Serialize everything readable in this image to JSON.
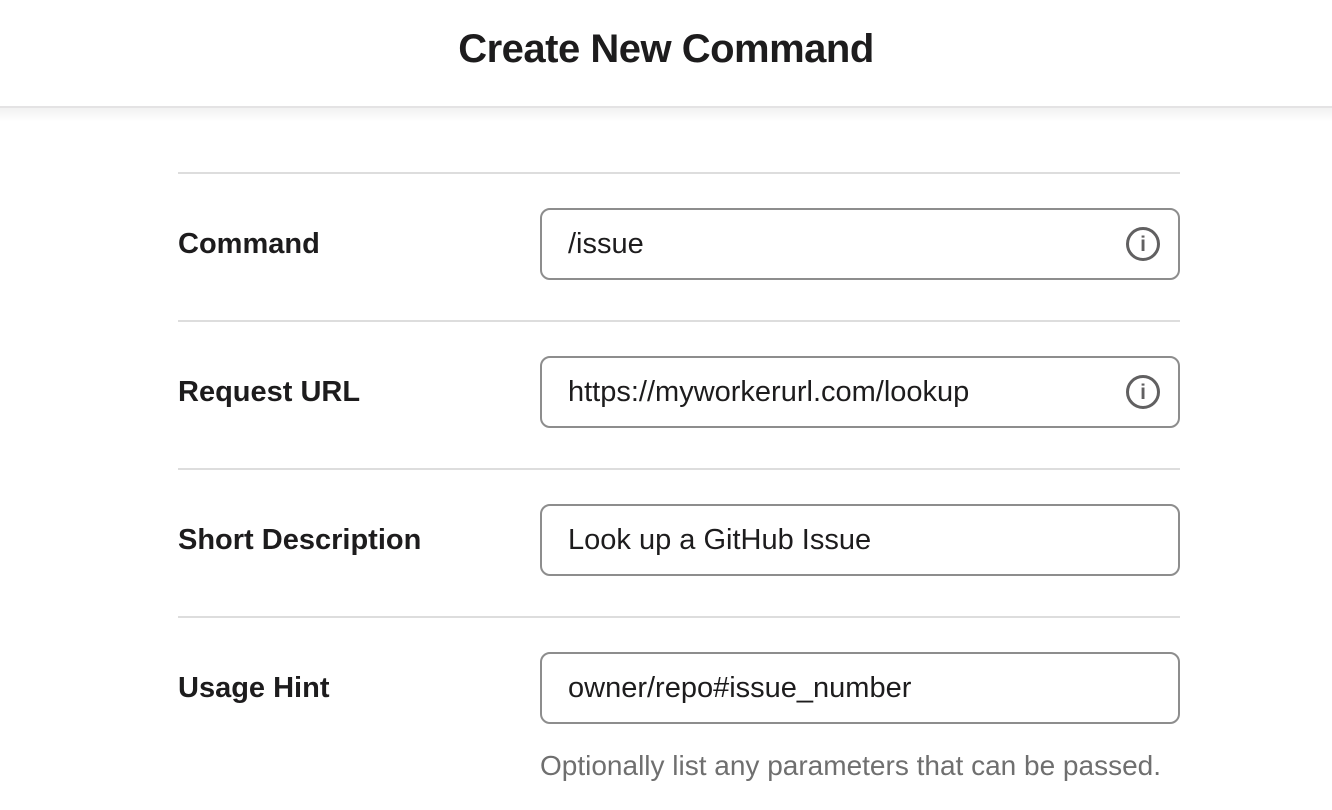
{
  "header": {
    "title": "Create New Command"
  },
  "icons": {
    "info": "i"
  },
  "form": {
    "rows": [
      {
        "label": "Command",
        "value": "/issue",
        "has_info": true
      },
      {
        "label": "Request URL",
        "value": "https://myworkerurl.com/lookup",
        "has_info": true
      },
      {
        "label": "Short Description",
        "value": "Look up a GitHub Issue",
        "has_info": false
      },
      {
        "label": "Usage Hint",
        "value": "owner/repo#issue_number",
        "has_info": false,
        "helper": "Optionally list any parameters that can be passed."
      }
    ]
  },
  "colors": {
    "text": "#1d1c1d",
    "input_border": "#8d8d8d",
    "row_divider": "#dddddd",
    "helper_text": "#6f6f6f",
    "info_icon": "#616061"
  }
}
